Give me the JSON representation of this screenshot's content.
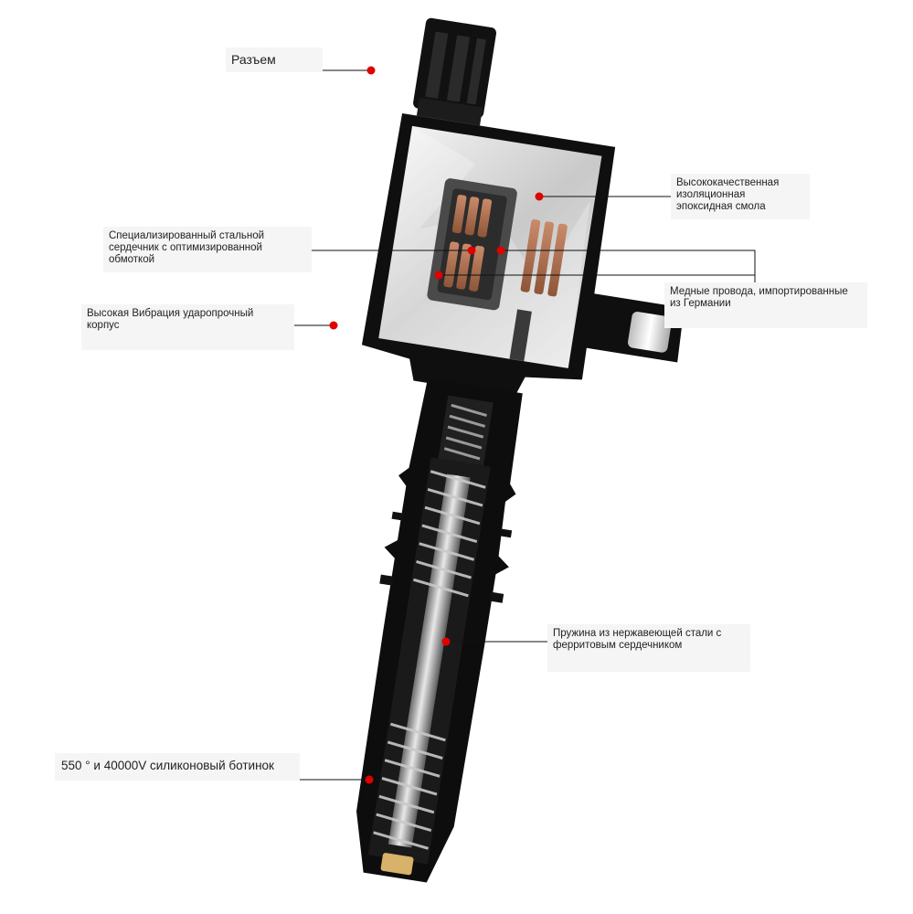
{
  "labels": {
    "connector": "Разъем",
    "epoxy": "Высококачественная\nизоляционная\nэпоксидная смола",
    "core": "Специализированный стальной\nсердечник с оптимизированной\nобмоткой",
    "copper": "Медные провода, импортированные\nиз Германии",
    "housing": "Высокая Вибрация ударопрочный\nкорпус",
    "spring": "Пружина из нержавеющей стали с\nферритовым сердечником",
    "boot": "550 ° и 40000V силиконовый ботинок"
  },
  "colors": {
    "marker": "#e00000",
    "body": "#0d0d0d",
    "leader_line": "#111111",
    "label_bg": "#f5f5f5"
  }
}
